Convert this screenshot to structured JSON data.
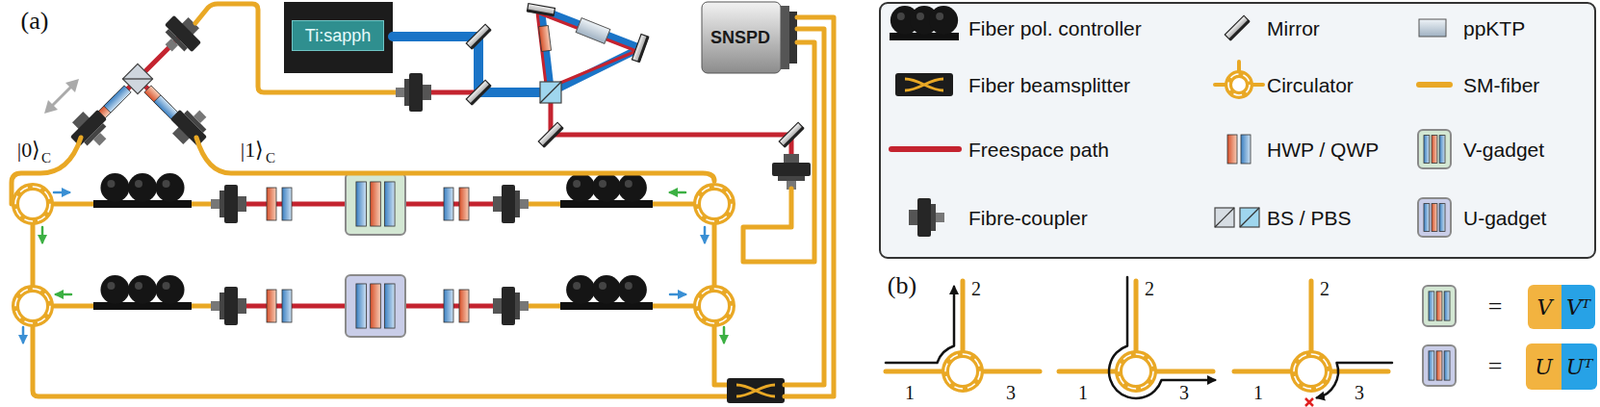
{
  "diagram": {
    "nodes": [
      {
        "text": [
          "Ti:sapph"
        ]
      },
      {
        "text": [
          "SNSPD"
        ]
      },
      {
        "text": [
          "V",
          "Vᵀ"
        ]
      },
      {
        "text": [
          "U",
          "Uᵀ"
        ]
      }
    ],
    "labels": [
      "(a)",
      "|0⟩",
      "C",
      "|1⟩",
      "C",
      "(b)",
      "1",
      "2",
      "3",
      "2",
      "1",
      "3",
      "1",
      "2",
      "3",
      "=",
      "="
    ],
    "legend": [
      {
        "text": "Fiber pol. controller"
      },
      {
        "text": "Mirror"
      },
      {
        "text": "ppKTP"
      },
      {
        "text": "Fiber beamsplitter"
      },
      {
        "text": "Circulator"
      },
      {
        "text": "SM-fiber"
      },
      {
        "text": "Freespace path"
      },
      {
        "text": "HWP / QWP"
      },
      {
        "text": "V-gadget"
      },
      {
        "text": "Fibre-coupler"
      },
      {
        "text": "BS / PBS"
      },
      {
        "text": "U-gadget"
      }
    ]
  }
}
